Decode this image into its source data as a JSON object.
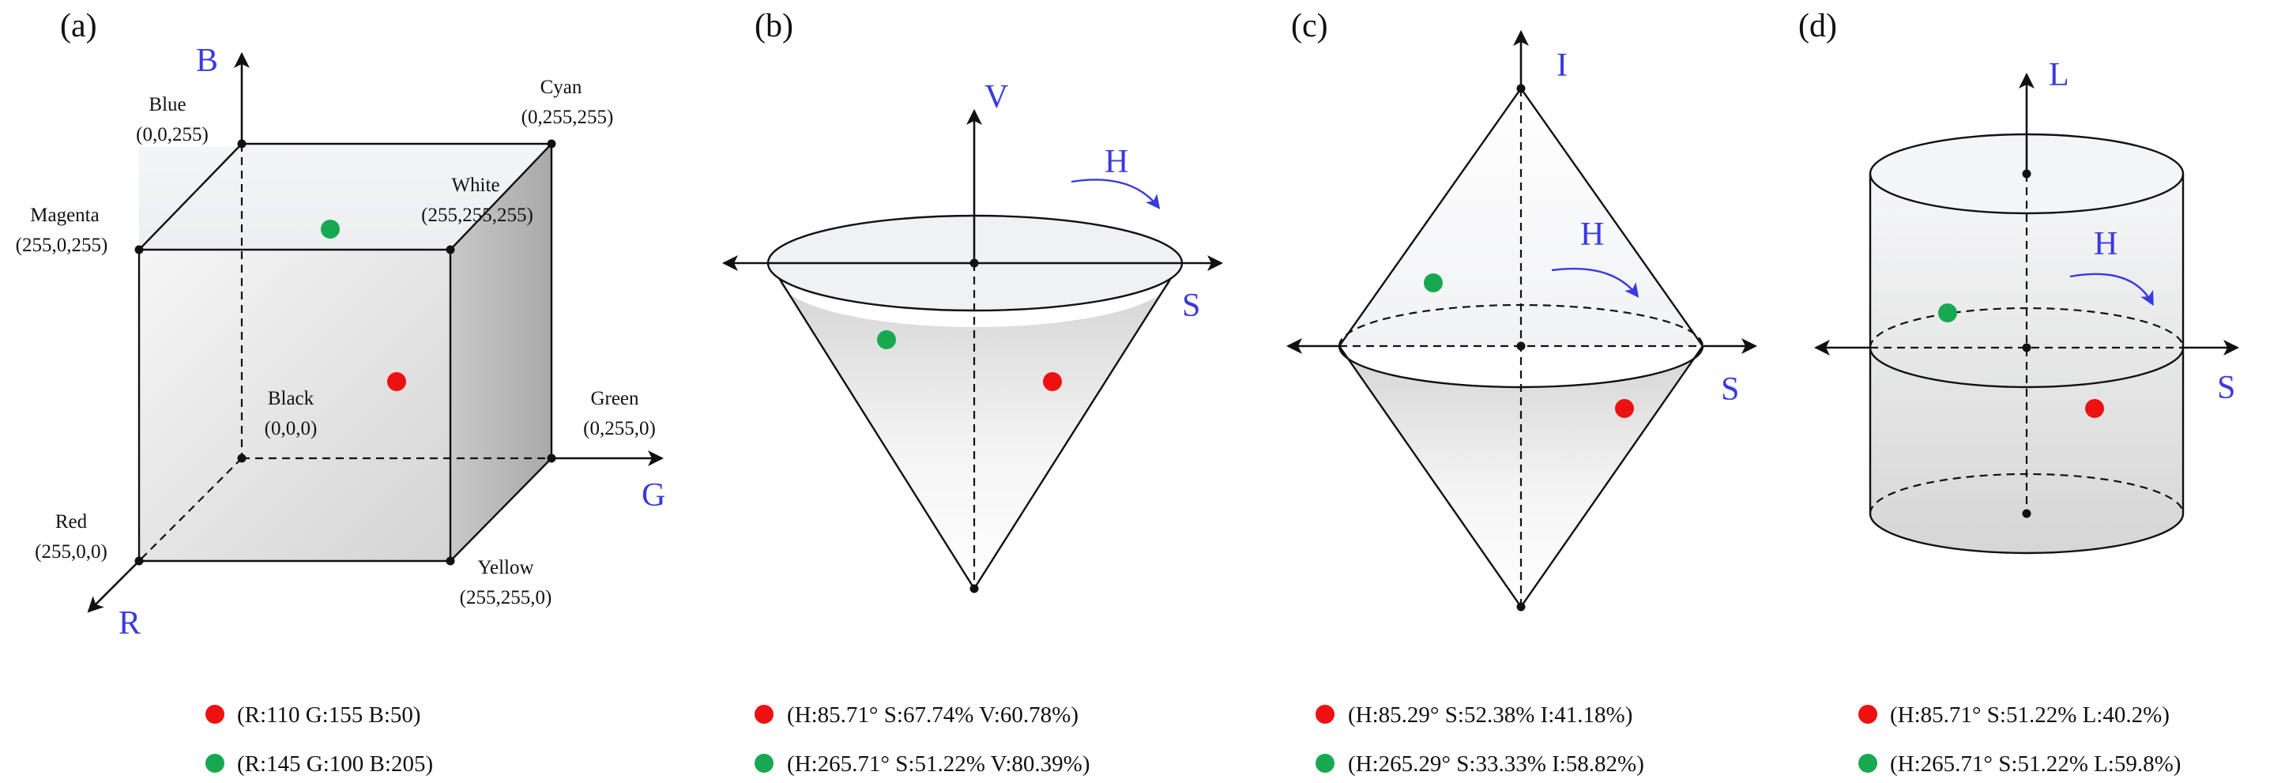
{
  "colors": {
    "red_point": "#ee1111",
    "green_point": "#18a950",
    "axis_label": "#3a3adf",
    "line": "#111111"
  },
  "panels": {
    "a": {
      "panel_label": "(a)",
      "axes": {
        "b": "B",
        "g": "G",
        "r": "R"
      },
      "vertices": {
        "blue": [
          "Blue",
          "(0,0,255)"
        ],
        "cyan": [
          "Cyan",
          "(0,255,255)"
        ],
        "magenta": [
          "Magenta",
          "(255,0,255)"
        ],
        "white": [
          "White",
          "(255,255,255)"
        ],
        "black": [
          "Black",
          "(0,0,0)"
        ],
        "green": [
          "Green",
          "(0,255,0)"
        ],
        "red": [
          "Red",
          "(255,0,0)"
        ],
        "yellow": [
          "Yellow",
          "(255,255,0)"
        ]
      },
      "legend": {
        "red": "(R:110 G:155 B:50)",
        "green": "(R:145 G:100 B:205)"
      }
    },
    "b": {
      "panel_label": "(b)",
      "axes": {
        "v": "V",
        "s": "S",
        "h": "H"
      },
      "legend": {
        "red": "(H:85.71° S:67.74% V:60.78%)",
        "green": "(H:265.71° S:51.22% V:80.39%)"
      }
    },
    "c": {
      "panel_label": "(c)",
      "axes": {
        "i": "I",
        "s": "S",
        "h": "H"
      },
      "legend": {
        "red": "(H:85.29° S:52.38% I:41.18%)",
        "green": "(H:265.29° S:33.33% I:58.82%)"
      }
    },
    "d": {
      "panel_label": "(d)",
      "axes": {
        "l": "L",
        "s": "S",
        "h": "H"
      },
      "legend": {
        "red": "(H:85.71° S:51.22% L:40.2%)",
        "green": "(H:265.71° S:51.22% L:59.8%)"
      }
    }
  }
}
